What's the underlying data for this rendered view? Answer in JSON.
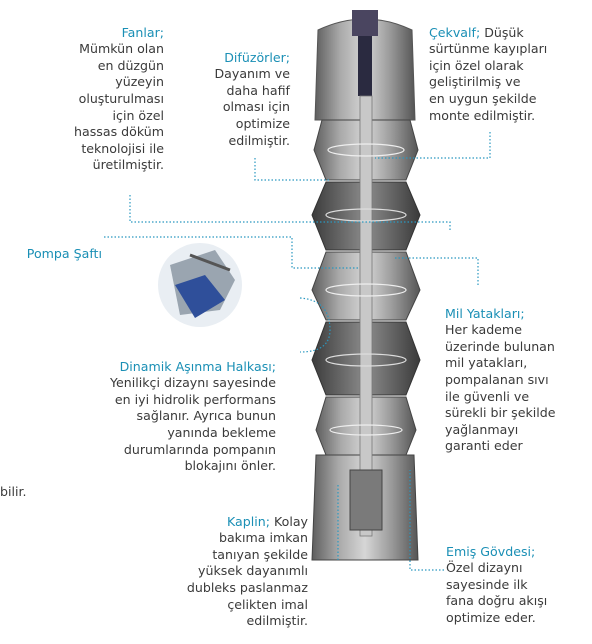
{
  "labels": {
    "fanlar": {
      "title": "Fanlar;",
      "body": "Mümkün olan\nen düzgün\nyüzeyin\noluşturulması\niçin özel\nhassas döküm\nteknolojisi ile\nüretilmiştir."
    },
    "difuzorler": {
      "title": "Difüzörler;",
      "body": "Dayanım ve\ndaha hafif\nolması için\noptimize\nedilmiştir."
    },
    "cekvalf": {
      "title": "Çekvalf;",
      "body": " Düşük\nsürtünme kayıpları\niçin özel olarak\ngeliştirilmiş ve\nen uygun şekilde\nmonte edilmiştir."
    },
    "pompa_safti": {
      "title": "Pompa Şaftı"
    },
    "mil_yataklari": {
      "title": "Mil Yatakları;",
      "body": "Her kademe\nüzerinde bulunan\nmil yatakları,\npompalanan sıvı\nile güvenli ve\nsürekli bir şekilde\nyağlanmayı\ngaranti eder"
    },
    "dinamik": {
      "title": "Dinamik Aşınma Halkası;",
      "body": "Yenilikçi dizaynı sayesinde\nen iyi hidrolik performans\nsağlanır. Ayrıca bunun\nyanında bekleme\ndurumlarında pompanın\nblokajını önler."
    },
    "kaplin": {
      "title": "Kaplin;",
      "body": " Kolay\nbakıma imkan\ntanıyan şekilde\nyüksek dayanımlı\ndubleks paslanmaz\nçelikten imal\nedilmiştir."
    },
    "emis": {
      "title": "Emiş Gövdesi;",
      "body": "Özel dizaynı\nsayesinde ilk\nfana doğru akışı\noptimize eder."
    }
  },
  "fragment": "bilir.",
  "colors": {
    "accent": "#1a8fb5",
    "text": "#3a3a3a",
    "leader": "#2a98c0"
  }
}
